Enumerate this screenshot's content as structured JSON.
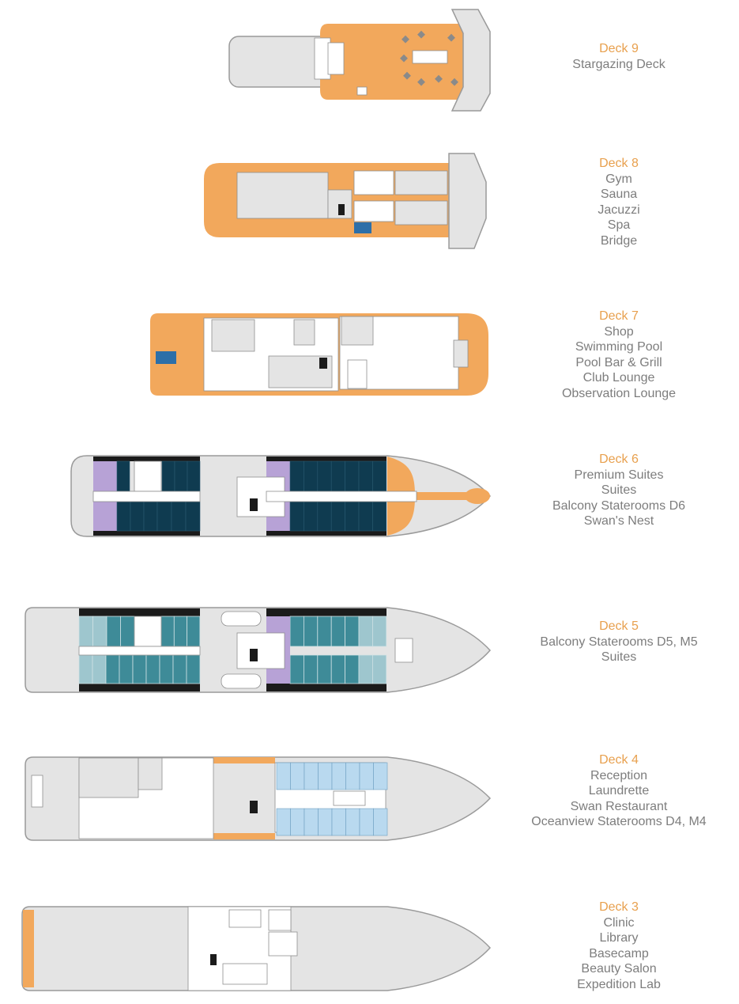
{
  "decks": [
    {
      "title": "Deck 9",
      "features": [
        "Stargazing Deck"
      ]
    },
    {
      "title": "Deck 8",
      "features": [
        "Gym",
        "Sauna",
        "Jacuzzi",
        "Spa",
        "Bridge"
      ]
    },
    {
      "title": "Deck 7",
      "features": [
        "Shop",
        "Swimming Pool",
        "Pool Bar & Grill",
        "Club Lounge",
        "Observation Lounge"
      ]
    },
    {
      "title": "Deck 6",
      "features": [
        "Premium Suites",
        "Suites",
        "Balcony Staterooms D6",
        "Swan's Nest"
      ]
    },
    {
      "title": "Deck 5",
      "features": [
        "Balcony Staterooms D5, M5",
        "Suites"
      ]
    },
    {
      "title": "Deck 4",
      "features": [
        "Reception",
        "Laundrette",
        "Swan Restaurant",
        "Oceanview Staterooms D4, M4"
      ]
    },
    {
      "title": "Deck 3",
      "features": [
        "Clinic",
        "Library",
        "Basecamp",
        "Beauty Salon",
        "Expedition Lab"
      ]
    }
  ],
  "colors": {
    "public_area": "#F2A85C",
    "premium_suite": "#B7A2D6",
    "balcony_d6": "#0F3B50",
    "balcony_d5": "#3E8B98",
    "oceanview_d4": "#B9D9EF",
    "title": "#E8A04E",
    "text": "#7d7d7d"
  }
}
